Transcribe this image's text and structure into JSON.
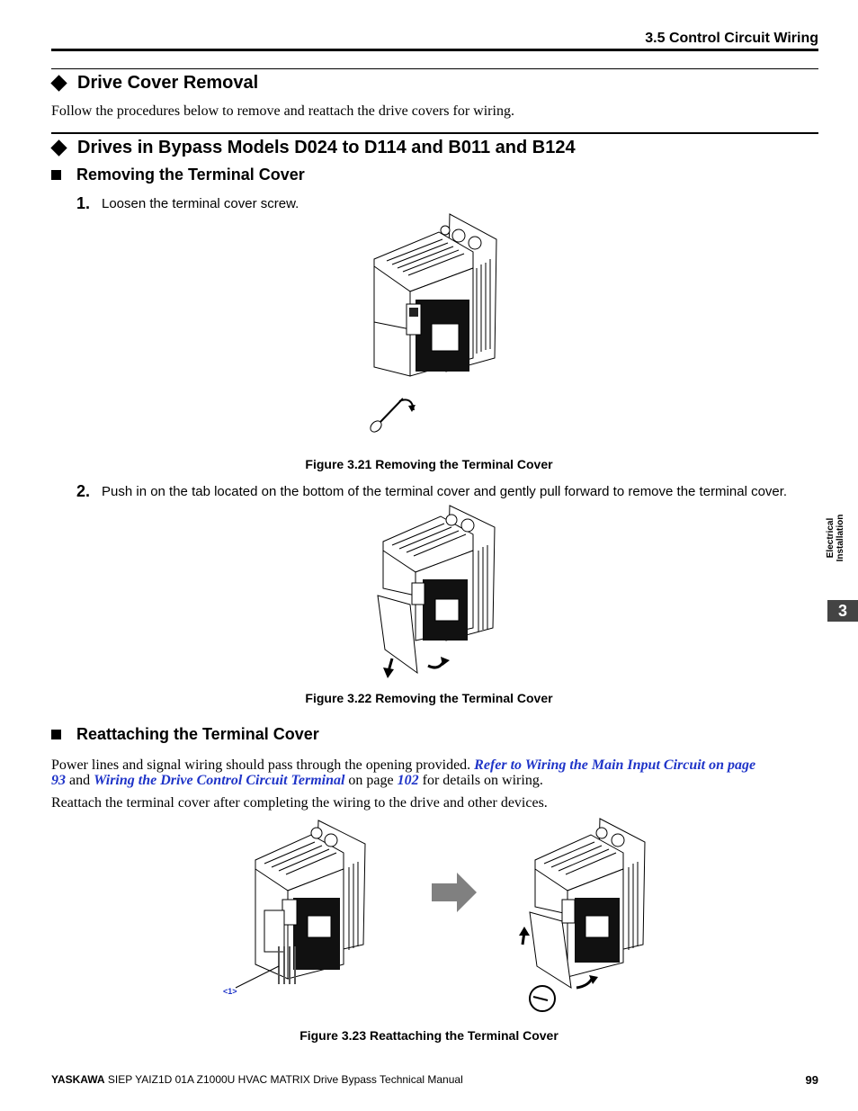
{
  "header": {
    "section_title": "3.5 Control Circuit Wiring"
  },
  "drive_cover_removal": {
    "heading": "Drive Cover Removal",
    "intro": "Follow the procedures below to remove and reattach the drive covers for wiring."
  },
  "bypass_models": {
    "heading": "Drives in Bypass Models D024 to D114 and B011 and B124"
  },
  "removing": {
    "heading": "Removing the Terminal Cover",
    "steps": [
      {
        "num": "1.",
        "text": "Loosen the terminal cover screw."
      },
      {
        "num": "2.",
        "text": "Push in on the tab located on the bottom of the terminal cover and gently pull forward to remove the terminal cover."
      }
    ],
    "figure_21_caption": "Figure 3.21   Removing the Terminal Cover",
    "figure_22_caption": "Figure 3.22  Removing the Terminal Cover"
  },
  "reattaching": {
    "heading": "Reattaching the Terminal Cover",
    "para1_text_a": "Power lines and signal wiring should pass through the opening provided. ",
    "para1_link_a": "Refer to Wiring the Main Input Circuit on page",
    "para1_link_a2": "93",
    "para1_and": " and ",
    "para1_link_b": "Wiring the Drive Control Circuit Terminal",
    "para1_on_page": " on page ",
    "para1_link_c": "102",
    "para1_tail": " for details on wiring.",
    "para2": "Reattach the terminal cover after completing the wiring to the drive and other devices.",
    "figure_23_caption": "Figure 3.23  Reattaching the Terminal Cover",
    "callout_label": "<1>"
  },
  "side_tab": {
    "number": "3",
    "label": "Electrical Installation"
  },
  "footer": {
    "brand": "YASKAWA",
    "doc": " SIEP YAIZ1D 01A Z1000U HVAC MATRIX Drive Bypass Technical Manual",
    "page": "99"
  },
  "colors": {
    "link": "#1f34c8",
    "arrow_gray": "#808080",
    "tab_bg": "#444444"
  }
}
